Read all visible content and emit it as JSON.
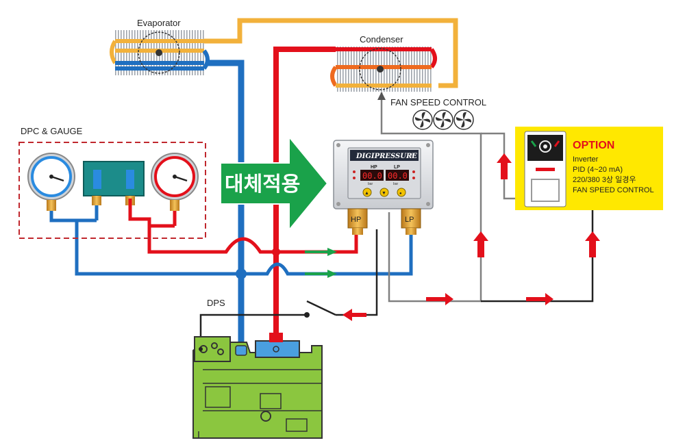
{
  "labels": {
    "evaporator": "Evaporator",
    "condenser": "Condenser",
    "fan_speed_control": "FAN SPEED CONTROL",
    "dpc_gauge": "DPC & GAUGE",
    "substitute": "대체적용",
    "dps": "DPS",
    "hp": "HP",
    "lp": "LP"
  },
  "controller": {
    "brand": "DIGIPRESSURE",
    "reg_mark": "®",
    "hp_label": "HP",
    "lp_label": "LP",
    "hp_value": "00.0",
    "lp_value": "00.0",
    "unit": "bar",
    "keys": [
      "▲",
      "▼",
      "●"
    ]
  },
  "option": {
    "title": "OPTION",
    "lines": [
      "Inverter",
      "PID (4~20 mA)",
      "220/380 3상 일경우",
      "FAN SPEED CONTROL"
    ]
  },
  "colors": {
    "red": "#e3101b",
    "blue": "#1f6fc0",
    "orange": "#f2b13b",
    "green_arrow": "#1aa24a",
    "compressor": "#8bc63f",
    "option_bg": "#ffe800",
    "option_title": "#e3101b",
    "gray_line": "#808080",
    "brass": "#d89a2a"
  }
}
